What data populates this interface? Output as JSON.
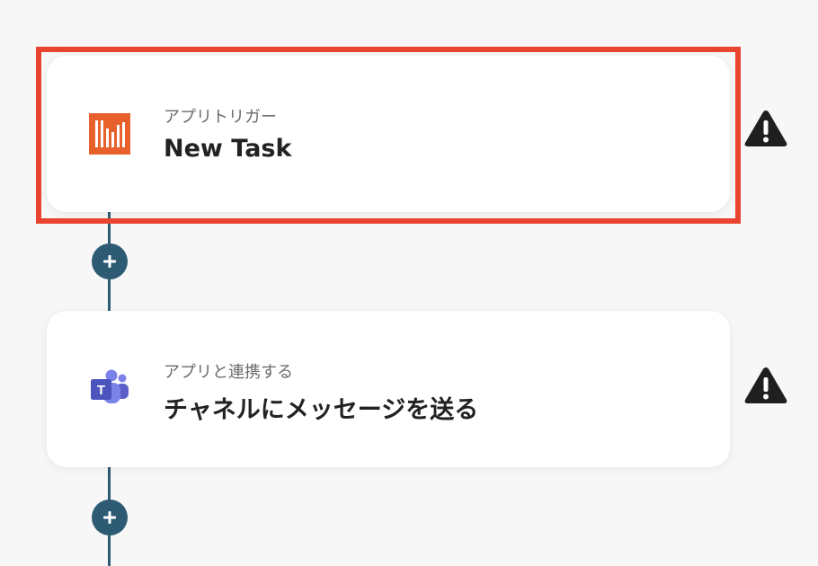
{
  "flow": {
    "steps": [
      {
        "subtitle": "アプリトリガー",
        "title": "New Task",
        "icon": "manual-app-icon",
        "icon_color": "#e8602c",
        "selected": true,
        "warning_icon": "warning-triangle-icon"
      },
      {
        "subtitle": "アプリと連携する",
        "title": "チャネルにメッセージを送る",
        "icon": "microsoft-teams-icon",
        "icon_color": "#5b5fc7",
        "selected": false,
        "warning_icon": "warning-triangle-icon"
      }
    ],
    "add_step_icon": "plus-icon"
  },
  "colors": {
    "background": "#f7f7f7",
    "card": "#ffffff",
    "connector": "#2e5b74",
    "highlight": "#e8442f",
    "warning": "#1f1f1f",
    "subtitle": "#6b6b6b",
    "title": "#222222"
  }
}
